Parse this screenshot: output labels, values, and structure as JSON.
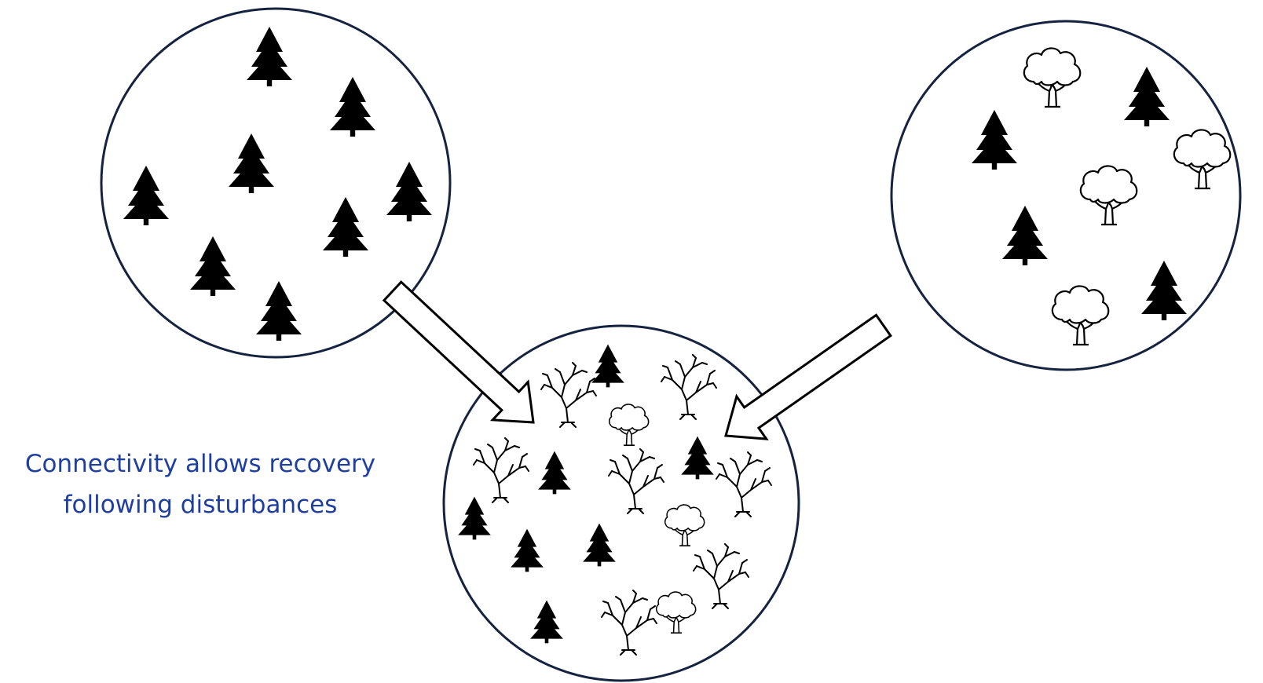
{
  "caption": {
    "line1": "Connectivity allows recovery",
    "line2": "following disturbances"
  },
  "colors": {
    "circle_stroke": "#152340",
    "caption_text": "#1f3fa0",
    "tree_fill": "#000000",
    "arrow_fill": "#ffffff"
  },
  "patches": [
    {
      "name": "conifer-patch",
      "contents": [
        "conifer-tree"
      ]
    },
    {
      "name": "mixed-patch",
      "contents": [
        "conifer-tree",
        "deciduous-tree"
      ]
    },
    {
      "name": "disturbed-patch",
      "contents": [
        "conifer-tree",
        "deciduous-tree",
        "dead-tree"
      ]
    }
  ],
  "arrows": [
    {
      "from": "conifer-patch",
      "to": "disturbed-patch"
    },
    {
      "from": "mixed-patch",
      "to": "disturbed-patch"
    }
  ]
}
